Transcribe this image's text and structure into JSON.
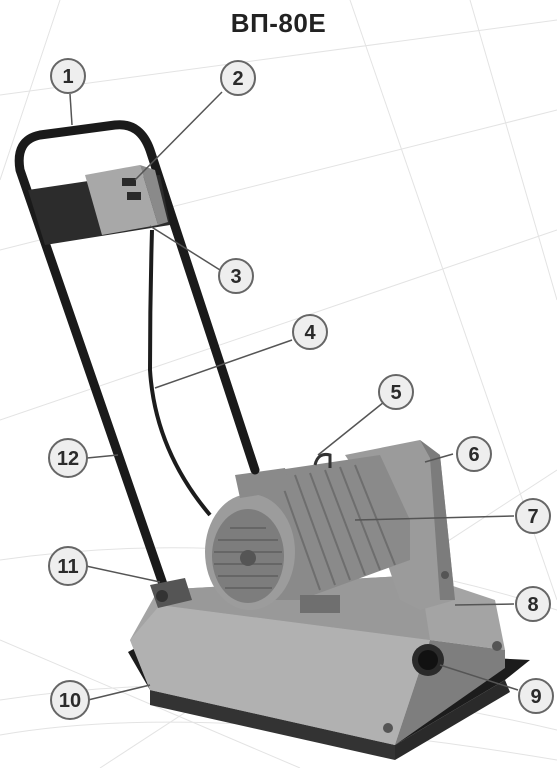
{
  "title": "ВП-80Е",
  "callouts": [
    "1",
    "2",
    "3",
    "4",
    "5",
    "6",
    "7",
    "8",
    "9",
    "10",
    "11",
    "12"
  ],
  "colors": {
    "body_gray": "#9a9a9a",
    "motor_gray": "#8e8e8e",
    "dark_metal": "#2a2a2a",
    "callout_fill": "#eeeeee",
    "callout_stroke": "#666666",
    "background_lines": "#e2e2e2"
  }
}
